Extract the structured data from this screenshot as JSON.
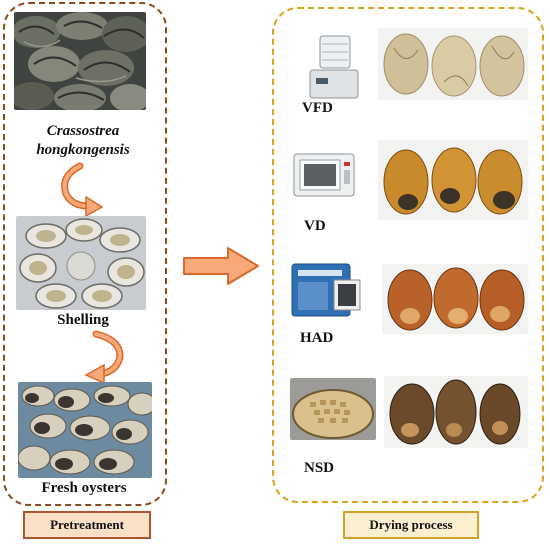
{
  "pretreatment": {
    "species_line1": "Crassostrea",
    "species_line2": "hongkongensis",
    "step_shelling": "Shelling",
    "step_fresh": "Fresh oysters",
    "panel_label": "Pretreatment"
  },
  "drying": {
    "methods": [
      {
        "label": "VFD",
        "equipment": "freeze-dryer-icon"
      },
      {
        "label": "VD",
        "equipment": "vacuum-oven-icon"
      },
      {
        "label": "HAD",
        "equipment": "hot-air-oven-icon"
      },
      {
        "label": "NSD",
        "equipment": "sun-drying-tray-icon"
      }
    ],
    "panel_label": "Drying process"
  },
  "colors": {
    "left_border": "#8b4a1c",
    "right_border": "#d9a21a",
    "arrow_fill": "#f7a97a",
    "arrow_stroke": "#d8682c"
  }
}
